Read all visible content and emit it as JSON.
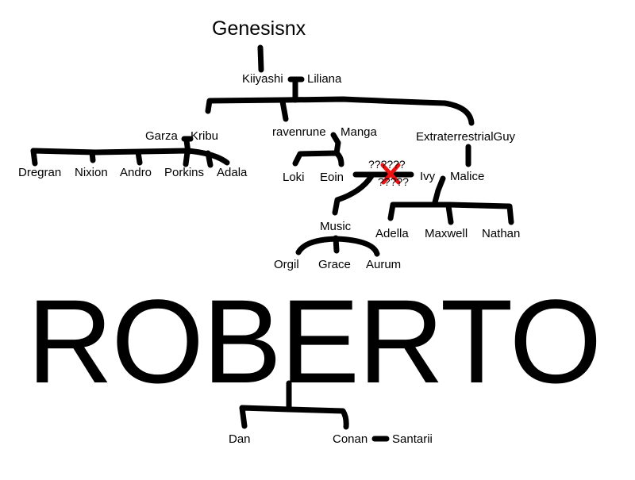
{
  "tree": {
    "root": "Genesisnx",
    "couple_1": {
      "a": "Kiiyashi",
      "b": "Liliana"
    },
    "couple_2": {
      "a": "Garza",
      "b": "Kribu"
    },
    "garza_kribu_children": [
      "Dregran",
      "Nixion",
      "Andro",
      "Porkins",
      "Adala"
    ],
    "couple_3": {
      "a": "ravenrune",
      "b": "Manga"
    },
    "ravenrune_manga_children": [
      "Loki",
      "Eoin"
    ],
    "unknown_partner_top": "??????",
    "unknown_partner_bottom": "?????",
    "music": "Music",
    "music_children": [
      "Orgil",
      "Grace",
      "Aurum"
    ],
    "extraterrestrial": "ExtraterrestrialGuy",
    "couple_4": {
      "a": "Ivy",
      "b": "Malice"
    },
    "ivy_malice_children": [
      "Adella",
      "Maxwell",
      "Nathan"
    ],
    "big_name": "ROBERTO",
    "roberto_children": [
      "Dan",
      "Conan"
    ],
    "conan_partner": "Santarii"
  },
  "colors": {
    "ink": "#000000",
    "cross": "#ee1111",
    "background": "#ffffff"
  }
}
